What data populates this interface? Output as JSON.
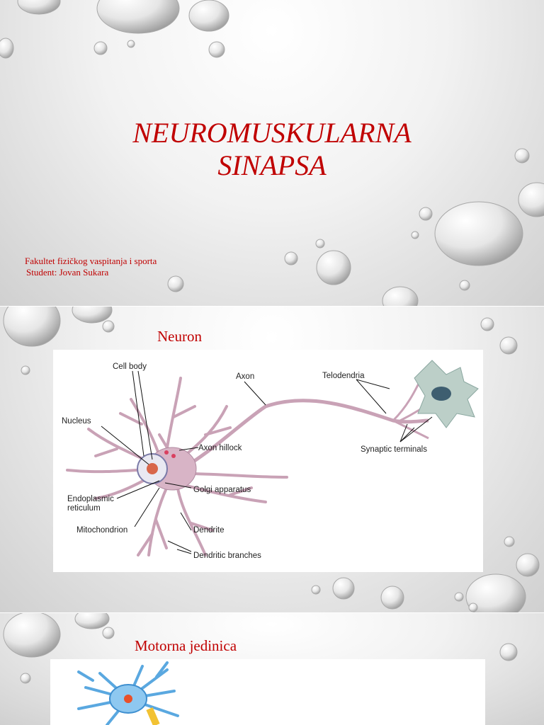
{
  "slide1": {
    "title_line1": "NEUROMUSKULARNA",
    "title_line2": "SINAPSA",
    "faculty": "Fakultet fizičkog vaspitanja i sporta",
    "student": "Student: Jovan Sukara"
  },
  "slide2": {
    "title": "Neuron",
    "labels": {
      "cell_body": "Cell body",
      "axon": "Axon",
      "telodendria": "Telodendria",
      "nucleus": "Nucleus",
      "axon_hillock": "Axon hillock",
      "synaptic_terminals": "Synaptic terminals",
      "golgi": "Golgi apparatus",
      "er_line1": "Endoplasmic",
      "er_line2": "reticulum",
      "mitochondrion": "Mitochondrion",
      "dendrite": "Dendrite",
      "dendritic_branches": "Dendritic branches"
    }
  },
  "slide3": {
    "title": "Motorna jedinica"
  }
}
